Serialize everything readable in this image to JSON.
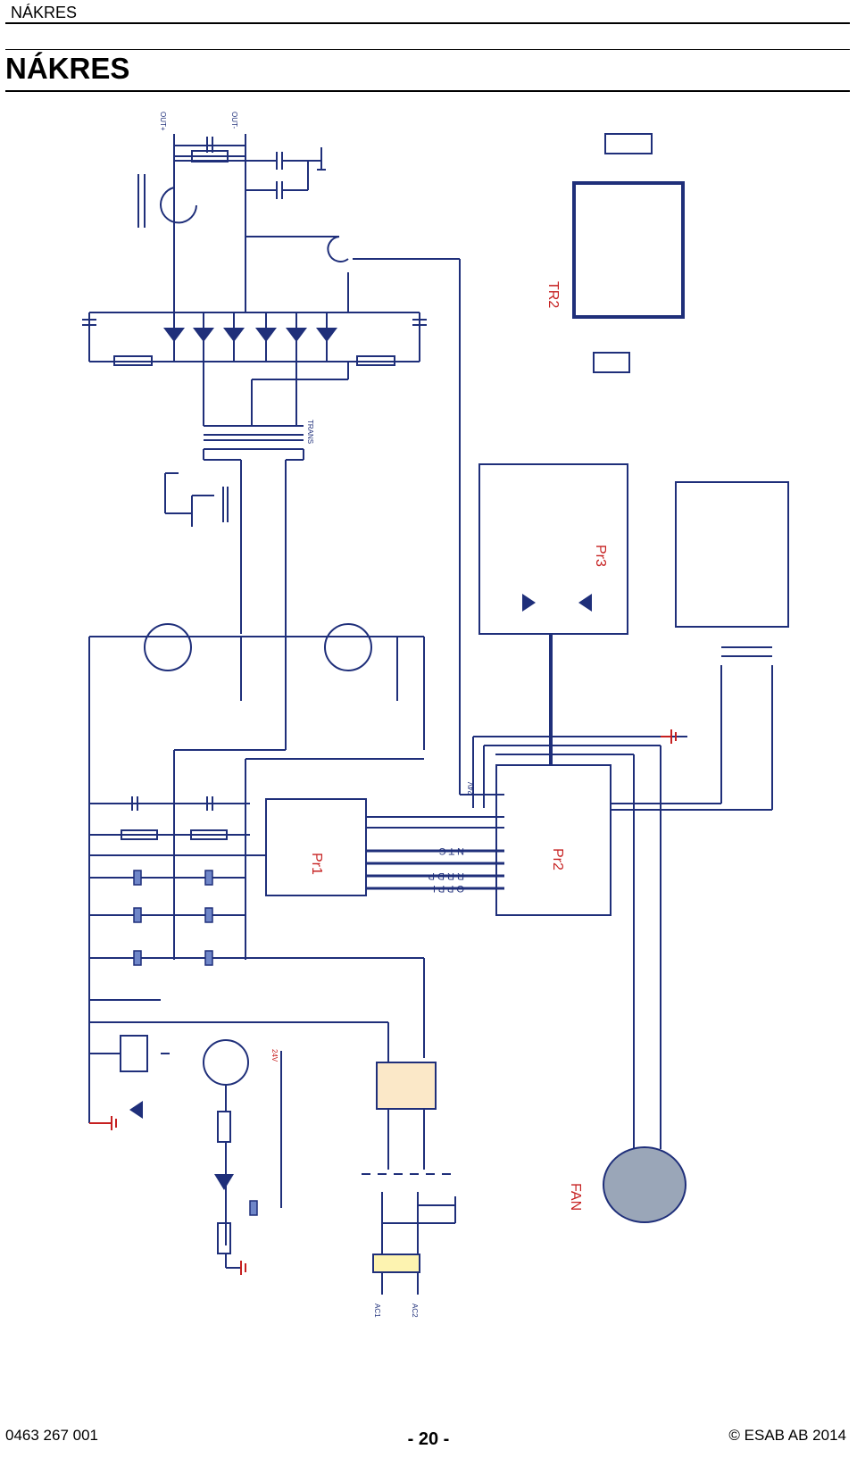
{
  "header": {
    "running_title": "NÁKRES"
  },
  "page_title": "NÁKRES",
  "schematic": {
    "labels": {
      "out_plus": "OUT+",
      "out_minus": "OUT-",
      "tr2": "TR2",
      "pr1": "Pr1",
      "pr2": "Pr2",
      "pr3": "Pr3",
      "fan": "FAN",
      "trans": "TRANS",
      "bus_ntc": "N T C",
      "bus_row2": "R R D P",
      "bus_row3": "O P P I",
      "ac1": "AC1",
      "ac2": "AC2",
      "v24": "24V"
    }
  },
  "footer": {
    "doc_number": "0463 267 001",
    "page_number": "- 20 -",
    "copyright": "© ESAB AB 2014"
  }
}
